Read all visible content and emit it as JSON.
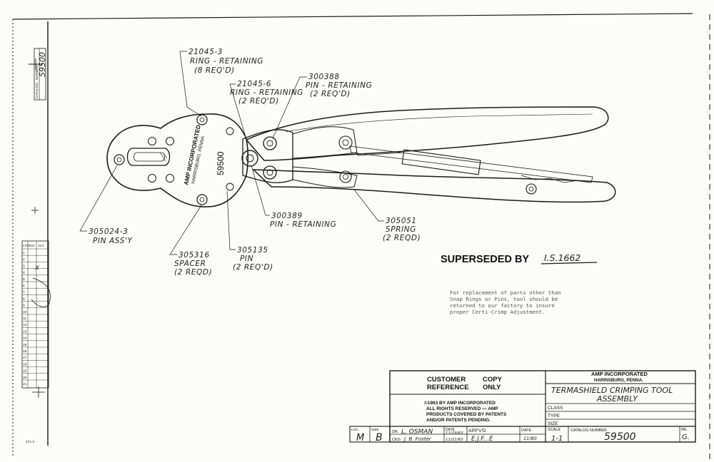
{
  "callouts": {
    "ring_retaining_8": {
      "part": "21045-3",
      "desc": "RING - RETAINING",
      "qty": "(8 REQ'D)"
    },
    "ring_retaining_2": {
      "part": "21045-6",
      "desc": "RING - RETAINING",
      "qty": "(2 REQ'D)"
    },
    "pin_retaining_300388": {
      "part": "300388",
      "desc": "PIN - RETAINING",
      "qty": "(2 REQ'D)"
    },
    "pin_retaining_300389": {
      "part": "300389",
      "desc": "PIN - RETAINING"
    },
    "spring_305051": {
      "part": "305051",
      "desc": "SPRING",
      "qty": "(2 REQD)"
    },
    "pin_assy": {
      "part": "305024-3",
      "desc": "PIN ASS'Y"
    },
    "spacer": {
      "part": "305316",
      "desc": "SPACER",
      "qty": "(2 REQD)"
    },
    "pin_305135": {
      "part": "305135",
      "desc": "PIN",
      "qty": "(2 REQ'D)"
    }
  },
  "tool_head": {
    "maker": "AMP INCORPORATED",
    "location": "HARRISBURG, PENNA.",
    "number": "59500"
  },
  "superseded": {
    "label": "SUPERSEDED BY",
    "value": "I.S.1662"
  },
  "note": {
    "lines": [
      "For replacement of parts other than",
      "Snap Rings or Pins, tool should be",
      "returned to our factory to insure",
      "proper Certi-Crimp Adjustment."
    ]
  },
  "sidebar": {
    "catalog_label_1": "CATALOG",
    "catalog_label_2": "NUMBER",
    "catalog_number": "59500",
    "rev_headers": [
      "LTR.",
      "NO.",
      "ALT."
    ],
    "rev_rows": [
      "1",
      "2",
      "3",
      "4",
      "5",
      "6",
      "7",
      "8",
      "9",
      "10",
      "11",
      "12",
      "13",
      "14",
      "15",
      "16",
      "17",
      "18",
      "19",
      "20",
      "21"
    ],
    "form_code": "271-2",
    "mark": "x"
  },
  "title_block": {
    "customer_reference": [
      "CUSTOMER",
      "COPY",
      "REFERENCE",
      "ONLY"
    ],
    "copyright": [
      "©1963 BY AMP INCORPORATED",
      "ALL RIGHTS RESERVED — AMP",
      "PRODUCTS COVERED BY PATENTS",
      "AND/OR PATENTS PENDING."
    ],
    "company": "AMP INCORPORATED",
    "company_location": "HARRISBURG, PENNA.",
    "title_line_1": "TERMASHIELD CRIMPING TOOL",
    "title_line_2": "ASSEMBLY",
    "class_label": "CLASS",
    "type_label": "TYPE",
    "size_label": "SIZE",
    "loc_label": "LOC.",
    "loc_value": "M",
    "size_value": "B",
    "dr_label": "DR.",
    "dr_value": "L. OSMAN",
    "ckd_label": "CKD.",
    "ckd_value": "J. B. Foster",
    "date_label": "DATE",
    "date_1": "11/18/63",
    "date_2": "11/21/63",
    "appvd_label": "APP'V'D",
    "appvd_value": "E.J.F...E",
    "date_3_label": "DATE",
    "date_3": "11/80",
    "scale_label": "SCALE",
    "scale_value": "1-1",
    "catalog_label": "CATALOG NUMBER",
    "catalog_value": "59500",
    "rev_label": "RE.",
    "rev_value": "G."
  },
  "colors": {
    "ink": "#1a1a1a",
    "paper": "#fcfcfa"
  }
}
